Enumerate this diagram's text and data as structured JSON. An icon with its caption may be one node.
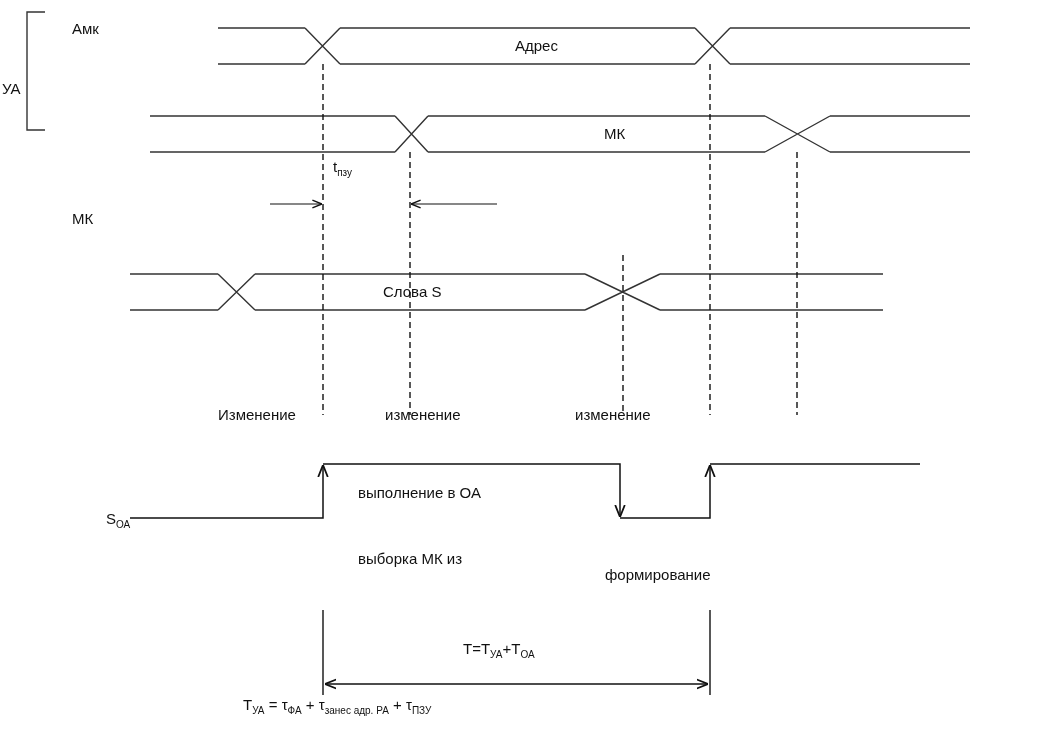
{
  "diagram": {
    "labels": [
      "Амк",
      "Адрес",
      "УА",
      "МК",
      "t$_{пзу}$",
      "МК",
      "Слова S",
      "Изменение",
      "изменение",
      "изменение",
      "S$_{ОА}$",
      "выполнение в ОА",
      "выборка МК из",
      "формирование",
      "T=T$_{УА}$+T$_{ОА}$",
      "T$_{УА}$ = τ$_{ФА}$ + τ$_{занес адр. РА}$ + τ$_{ПЗУ}$"
    ]
  }
}
